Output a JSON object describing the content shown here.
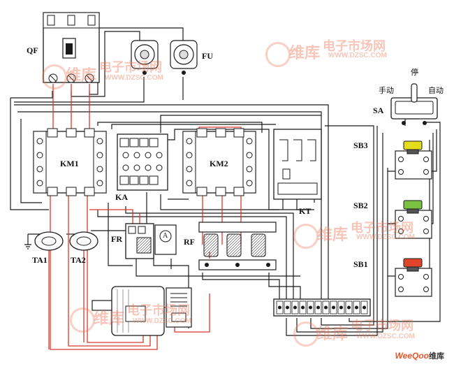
{
  "labels": {
    "qf": "QF",
    "fu": "FU",
    "km1": "KM1",
    "km2": "KM2",
    "ka": "KA",
    "kt": "KT",
    "fr": "FR",
    "rf": "RF",
    "ta1": "TA1",
    "ta2": "TA2",
    "sa": "SA",
    "sb1": "SB1",
    "sb2": "SB2",
    "sb3": "SB3",
    "stop": "停",
    "manual": "手动",
    "auto": "自动",
    "ammeter": "A"
  },
  "watermark": {
    "brand_cn": "维库",
    "text_cn": "电子市场网",
    "url": "WWW.DZSC.COM"
  },
  "footer": {
    "brand": "WeeQoo",
    "brand_cn": "维库"
  },
  "colors": {
    "wire_black": "#1a1a1a",
    "wire_red": "#d8382c",
    "wire_light": "#f2d3c8",
    "button_yellow": "#e6dc1e",
    "button_green": "#7cc242",
    "button_red": "#e0442a",
    "watermark": "#eb785a"
  }
}
